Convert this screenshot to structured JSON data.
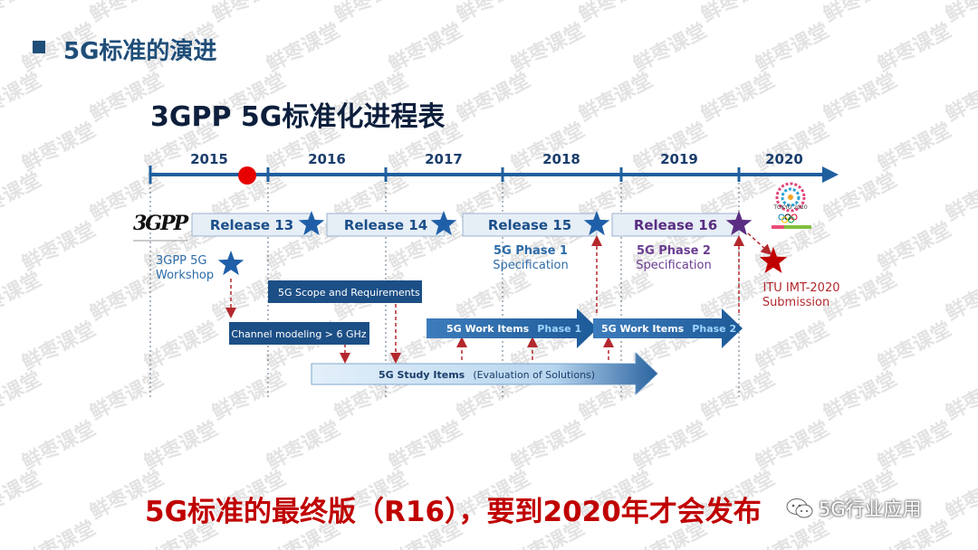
{
  "header": {
    "title": "5G标准的演进"
  },
  "chart_title": "3GPP 5G标准化进程表",
  "years": [
    "2015",
    "2016",
    "2017",
    "2018",
    "2019",
    "2020"
  ],
  "releases": [
    "Release 13",
    "Release 14",
    "Release 15",
    "Release 16"
  ],
  "labels": {
    "logo_3gpp": "3GPP",
    "workshop_line1": "3GPP 5G",
    "workshop_line2": "Workshop",
    "phase1_line1": "5G Phase 1",
    "phase1_line2": "Specification",
    "phase2_line1": "5G Phase 2",
    "phase2_line2": "Specification",
    "itu_line1": "ITU IMT-2020",
    "itu_line2": "Submission",
    "tokyo": "TOKYO 2020"
  },
  "bars": {
    "scope": "5G  Scope and Requirements",
    "channel": "Channel modeling > 6 GHz",
    "work_items": "5G Work Items",
    "phase1": "Phase 1",
    "phase2": "Phase 2",
    "study_items": "5G Study Items",
    "study_suffix": "(Evaluation of Solutions)"
  },
  "bottom_caption": "5G标准的最终版（R16），要到2020年才会发布",
  "brand": "5G行业应用",
  "watermark_text": "鲜枣课堂",
  "colors": {
    "axis": "#1f5f9e",
    "release_box": "#e6eef6",
    "bar_dark": "#1c4f86",
    "bar_mid": "#3a73ad",
    "study_light": "#cfe4f5",
    "red": "#c00000",
    "purple": "#5a2d82"
  }
}
